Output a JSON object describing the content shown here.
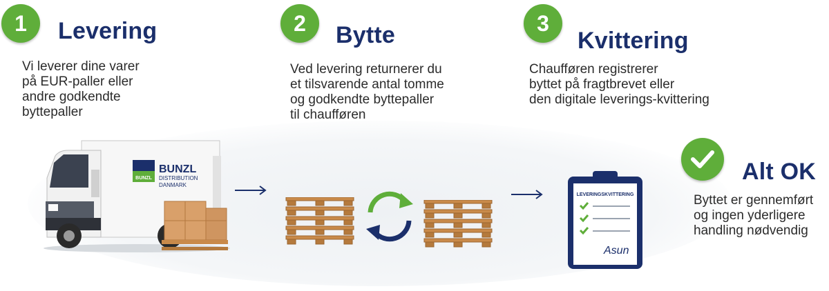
{
  "steps": [
    {
      "number": "1",
      "title": "Levering",
      "lines": [
        "Vi leverer dine varer",
        "på EUR-paller eller",
        "andre godkendte",
        "bytte­paller"
      ]
    },
    {
      "number": "2",
      "title": "Bytte",
      "lines": [
        "Ved levering returnerer du",
        "et tilsvarende antal tomme",
        "og godkendte bytte­paller",
        "til chaufføren"
      ]
    },
    {
      "number": "3",
      "title": "Kvittering",
      "lines": [
        "Chaufføren registrerer",
        "byttet på fragtbrevet eller",
        "den digitale leverings-kvittering"
      ]
    },
    {
      "number": "",
      "title": "Alt OK",
      "lines": [
        "Byttet er gennemført",
        "og ingen yderligere",
        "handling nødvendig"
      ]
    }
  ],
  "truck": {
    "brand": "BUNZL",
    "sub1": "DISTRIBUTION",
    "sub2": "DANMARK",
    "logo_small": "BUNZL"
  },
  "clipboard": {
    "heading": "LEVERINGSKVITTERING",
    "signature": "Asun"
  },
  "icons": {
    "badge": "number-badge-icon",
    "check": "checkmark-icon",
    "arrow": "arrow-right-icon",
    "exchange": "exchange-cycle-icon"
  },
  "colors": {
    "green": "#5fae3a",
    "navy": "#1b2f6b",
    "wood": "#c98a4a"
  }
}
